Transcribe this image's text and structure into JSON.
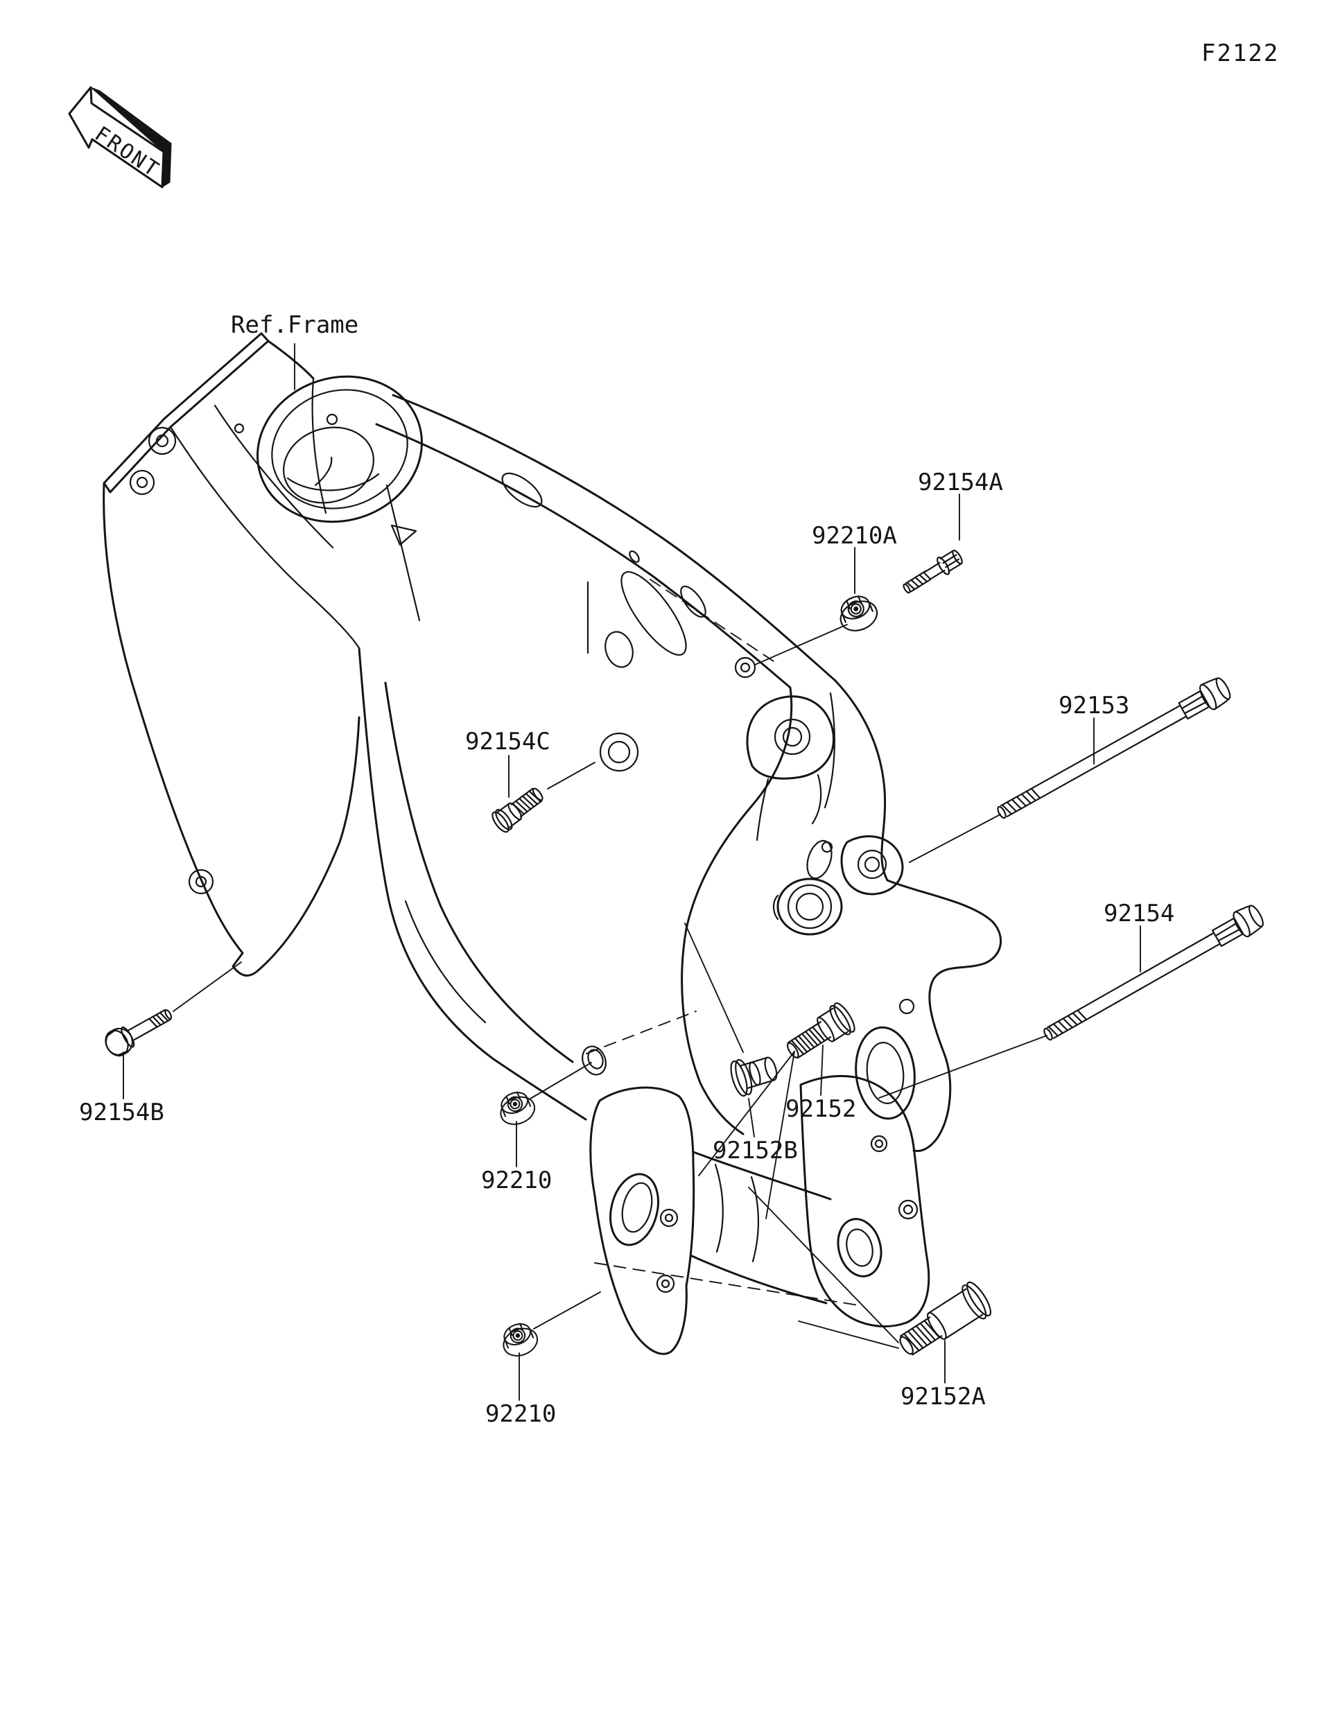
{
  "figure": {
    "code": "F2122",
    "front_marker": "FRONT",
    "reference_label": "Ref.Frame"
  },
  "labels": {
    "fig_code": "F2122",
    "front": "FRONT",
    "ref_frame": "Ref.Frame",
    "p92154A": "92154A",
    "p92210A": "92210A",
    "p92153": "92153",
    "p92154": "92154",
    "p92154C": "92154C",
    "p92154B": "92154B",
    "p92210_mid": "92210",
    "p92152": "92152",
    "p92152B": "92152B",
    "p92152A": "92152A",
    "p92210_bottom": "92210"
  },
  "callouts": [
    {
      "ref": "92154A",
      "part_kind": "flange-bolt"
    },
    {
      "ref": "92210A",
      "part_kind": "flange-nut"
    },
    {
      "ref": "92153",
      "part_kind": "long-mount-bolt"
    },
    {
      "ref": "92154",
      "part_kind": "long-mount-bolt"
    },
    {
      "ref": "92154C",
      "part_kind": "socket-bolt"
    },
    {
      "ref": "92154B",
      "part_kind": "hex-bolt"
    },
    {
      "ref": "92210",
      "part_kind": "flange-nut"
    },
    {
      "ref": "92152",
      "part_kind": "shoulder-bolt"
    },
    {
      "ref": "92152B",
      "part_kind": "collar"
    },
    {
      "ref": "92152A",
      "part_kind": "shoulder-bolt"
    },
    {
      "ref": "92210",
      "part_kind": "flange-nut"
    }
  ],
  "colors": {
    "line": "#151515",
    "background": "#ffffff"
  }
}
